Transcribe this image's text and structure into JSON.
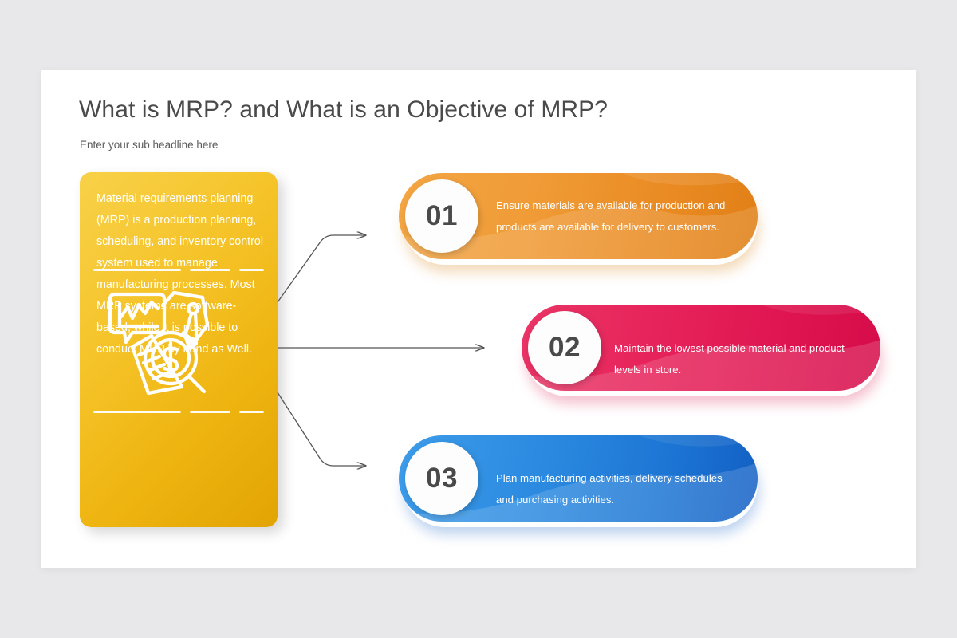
{
  "slide": {
    "title": "What is MRP? and What is an Objective of MRP?",
    "subtitle": "Enter your sub headline here",
    "background_color": "#e8e8ea",
    "canvas_color": "#ffffff"
  },
  "info_card": {
    "body": "Material requirements planning (MRP) is a production planning, scheduling, and inventory control system used to manage manufacturing processes. Most MRP systems are software-based, while it is possible to conduct MRP by hand as Well.",
    "color_start": "#f8d149",
    "color_end": "#e2a403",
    "icon": "financial-analysis-icon"
  },
  "steps": [
    {
      "number": "01",
      "text": "Ensure materials are available for production and products are available for delivery to customers.",
      "color_start": "#f3a644",
      "color_end": "#e07f16"
    },
    {
      "number": "02",
      "text": "Maintain the lowest possible material and product levels in store.",
      "color_start": "#ea3566",
      "color_end": "#d60c4a"
    },
    {
      "number": "03",
      "text": "Plan manufacturing activities, delivery schedules and purchasing activities.",
      "color_start": "#3d9ce9",
      "color_end": "#125fc4"
    }
  ],
  "connectors": {
    "line_color": "#555555",
    "count": 3
  }
}
